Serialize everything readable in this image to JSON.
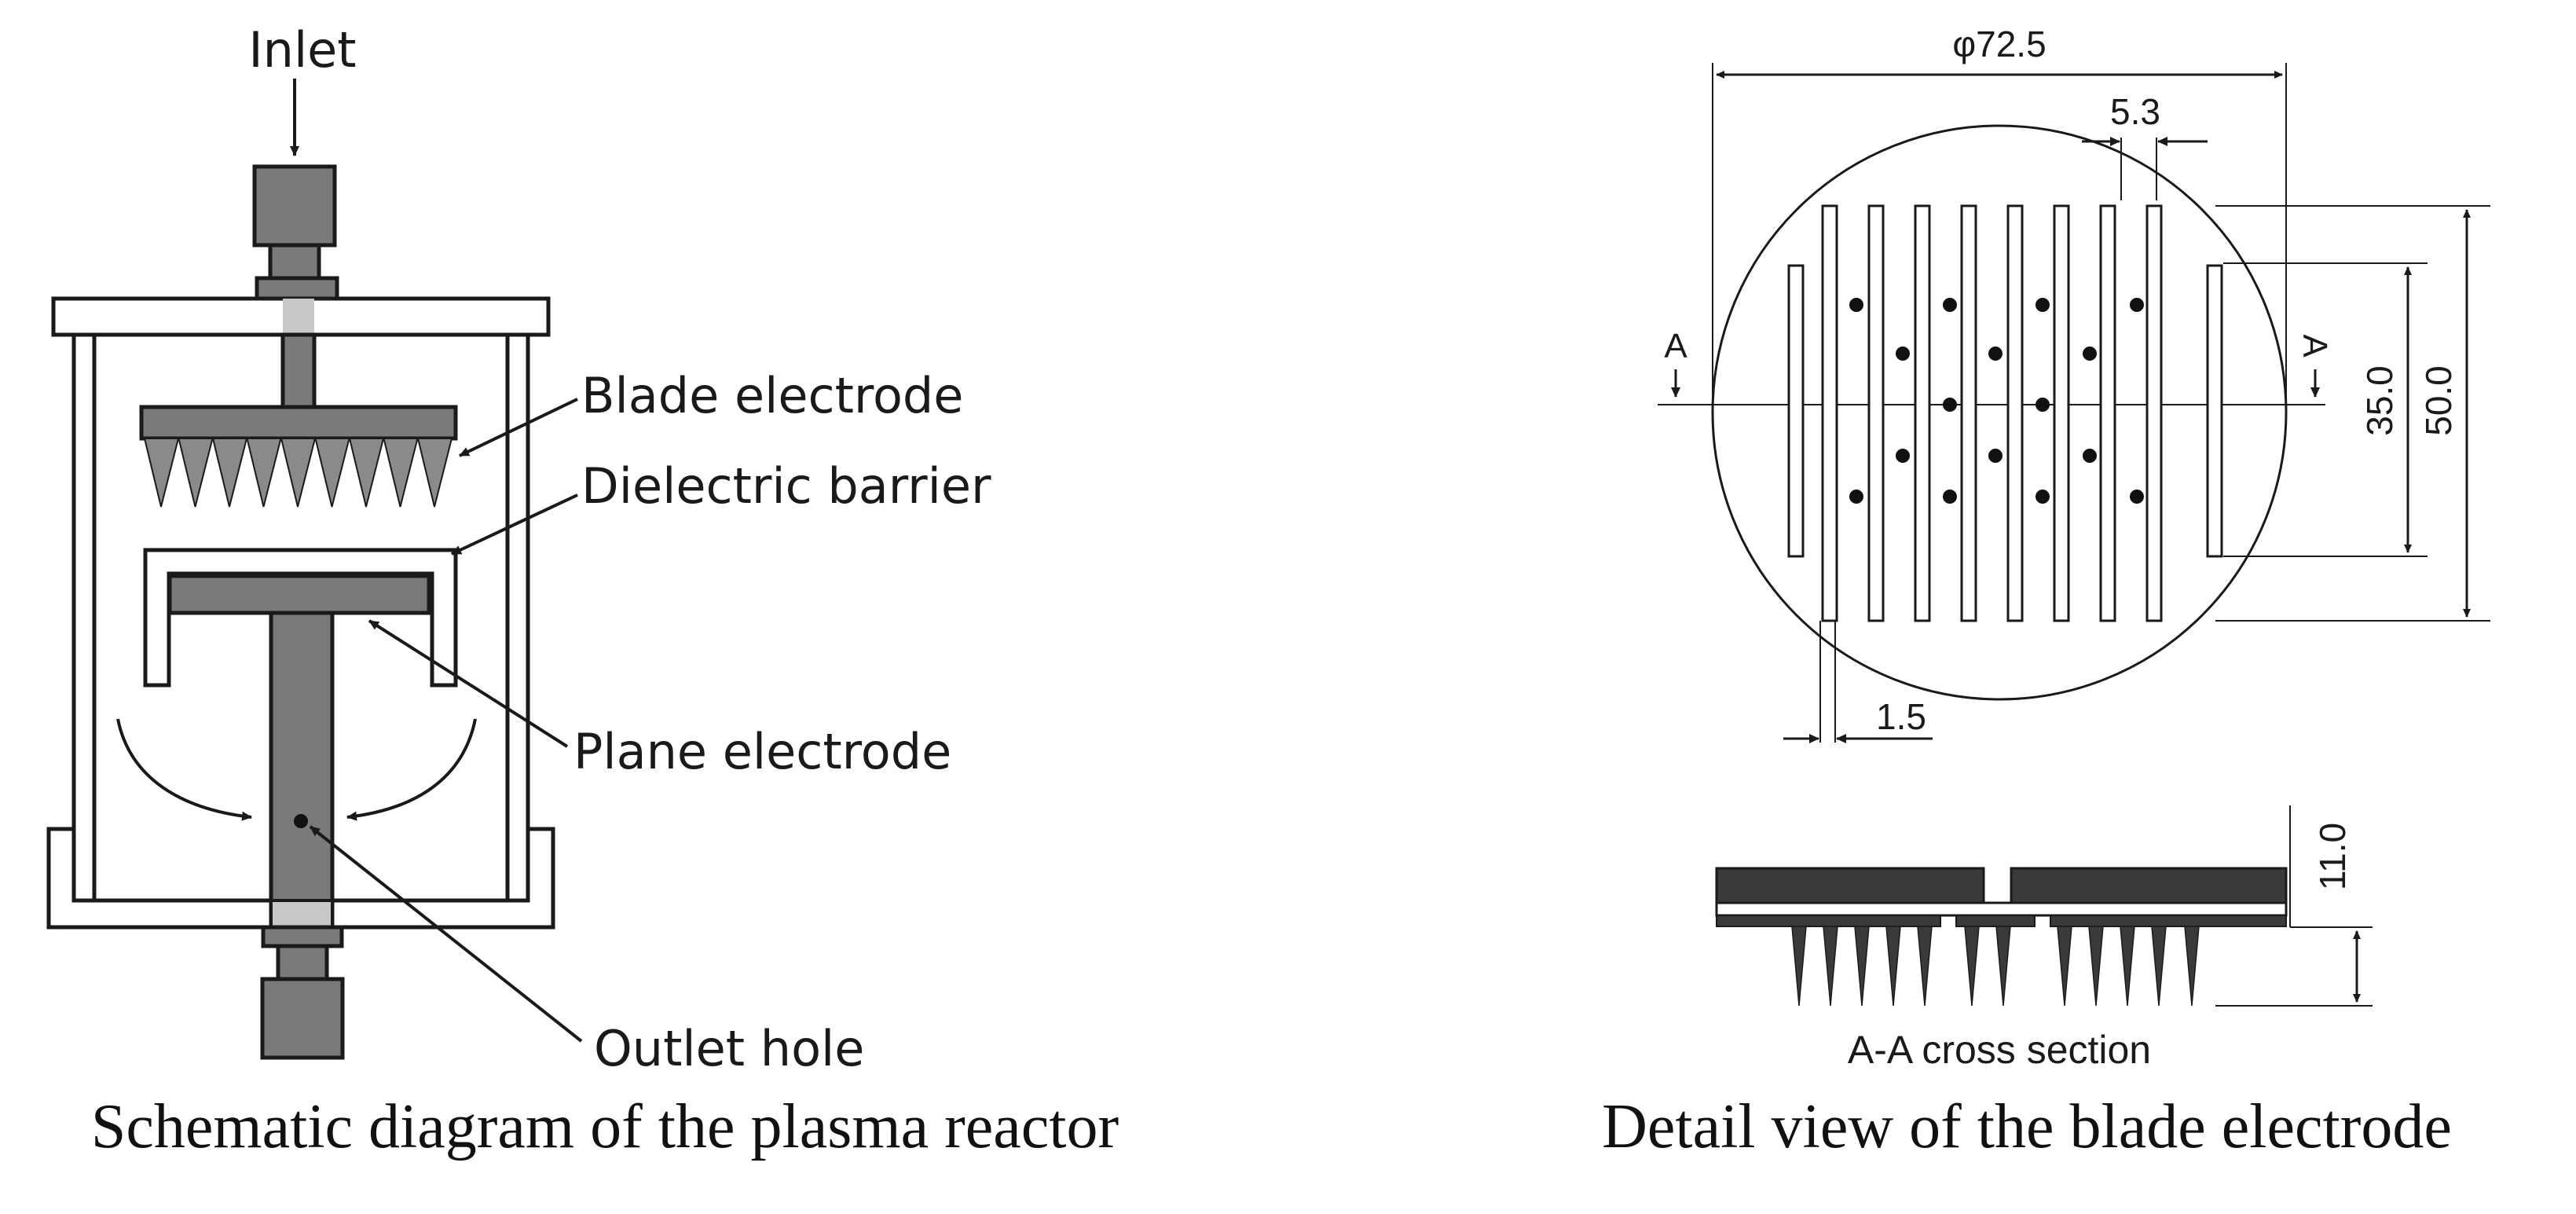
{
  "left_figure": {
    "labels": {
      "inlet": "Inlet",
      "blade_electrode": "Blade electrode",
      "dielectric_barrier": "Dielectric barrier",
      "plane_electrode": "Plane electrode",
      "outlet_hole": "Outlet hole"
    },
    "caption": "Schematic diagram of the plasma reactor"
  },
  "right_figure": {
    "dimensions": {
      "diameter": "φ72.5",
      "slot_pitch": "5.3",
      "inner_height": "35.0",
      "outer_height": "50.0",
      "slot_width": "1.5",
      "thickness": "11.0"
    },
    "section_marks": {
      "left": "A",
      "right": "A"
    },
    "cross_section_label": "A-A cross section",
    "caption": "Detail view of the blade electrode"
  },
  "colors": {
    "electrode": "#7a7a7a",
    "electrode_dark": "#3a3a3a",
    "light_gray": "#c8c8c8",
    "line": "#1a1a1a"
  }
}
